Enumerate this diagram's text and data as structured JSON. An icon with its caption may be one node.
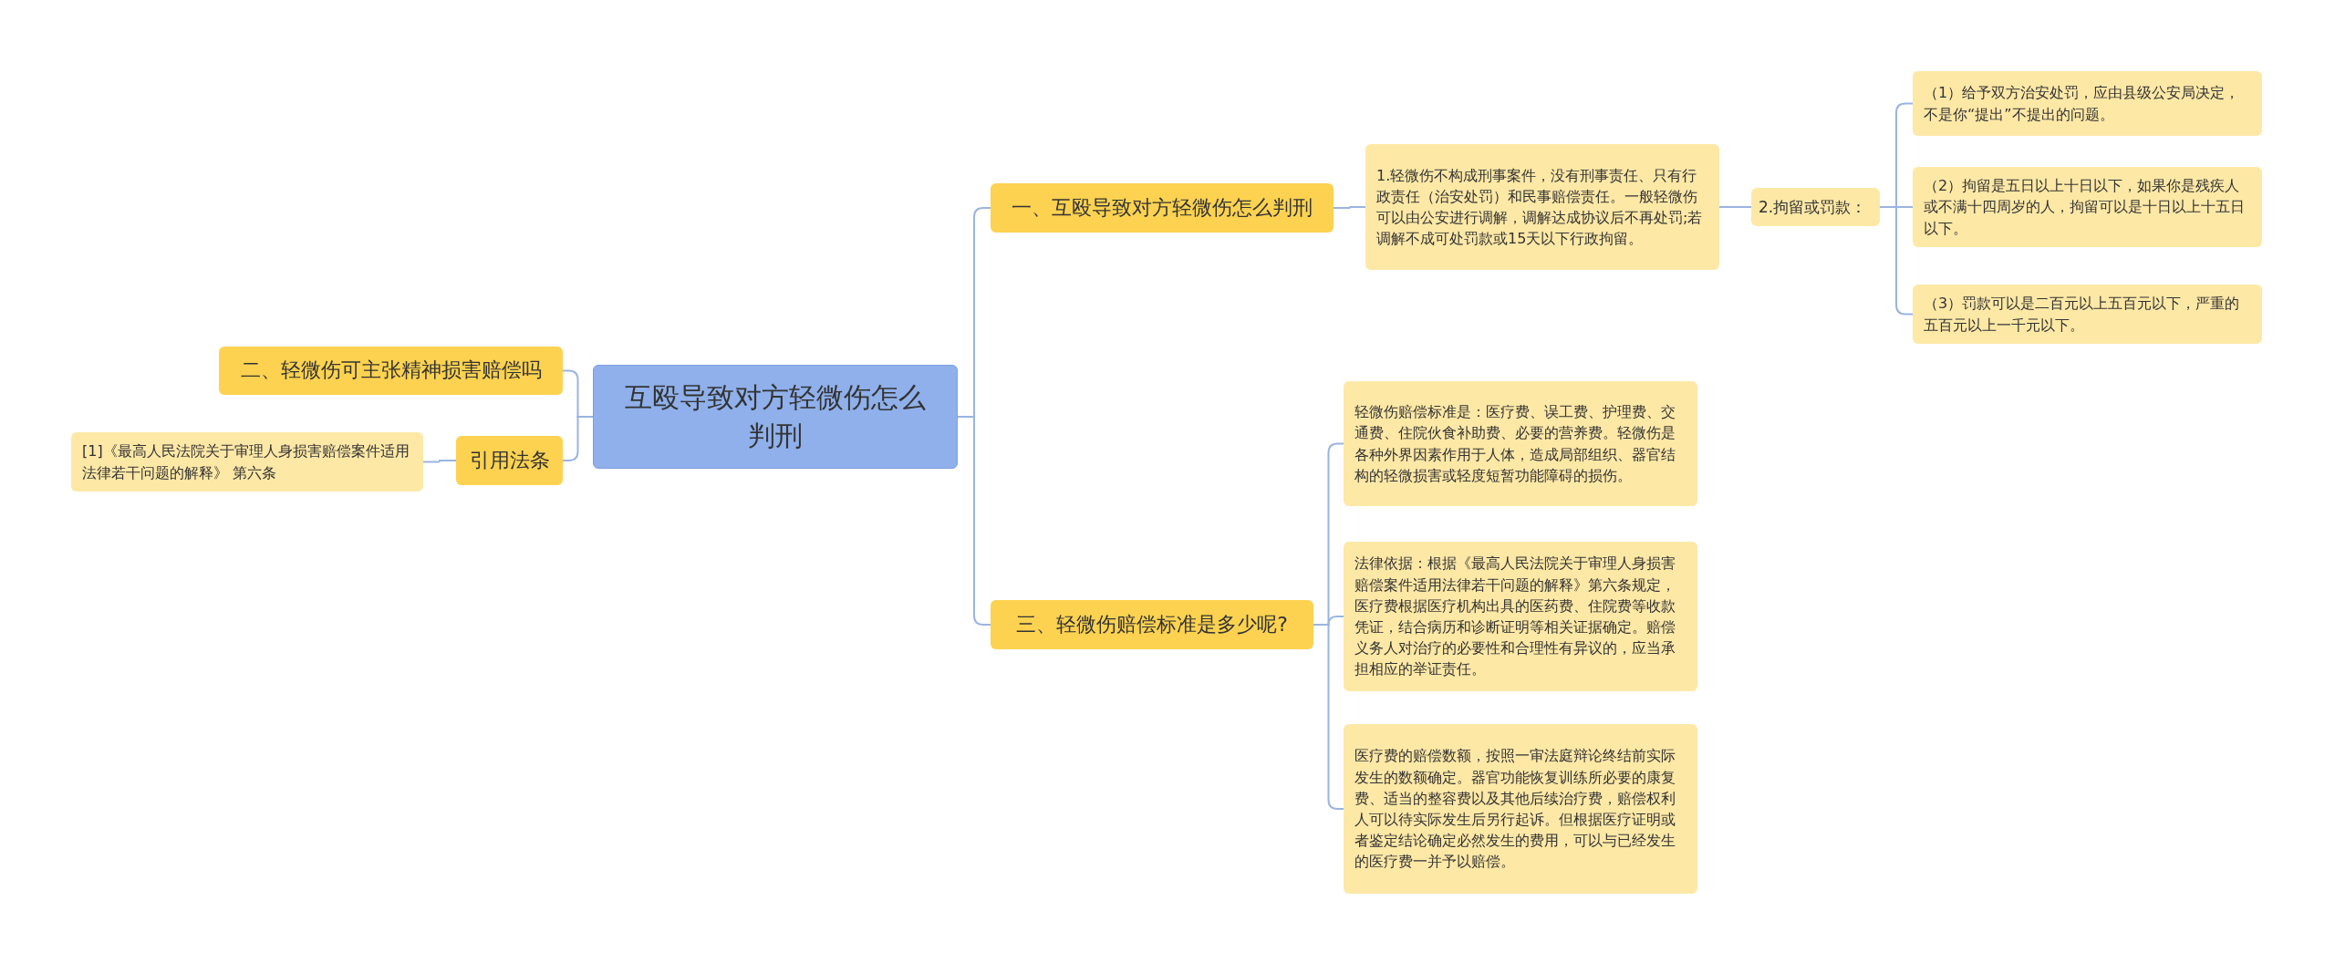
{
  "diagram": {
    "nodes": [
      {
        "text": [
          "互殴导致对方轻微伤怎么判刑"
        ]
      },
      {
        "text": [
          "一、互殴导致对方轻微伤怎么判刑"
        ]
      },
      {
        "text": [
          "1.轻微伤不构成刑事案件，没有刑事责任、只有行政责任（治安处罚）和民事赔偿责任。一般轻微伤可以由公安进行调解，调解达成协议后不再处罚;若调解不成可处罚款或15天以下行政拘留。"
        ]
      },
      {
        "text": [
          "2.拘留或罚款："
        ]
      },
      {
        "text": [
          "（1）给予双方治安处罚，应由县级公安局决定，不是你“提出”不提出的问题。"
        ]
      },
      {
        "text": [
          "（2）拘留是五日以上十日以下，如果你是残疾人或不满十四周岁的人，拘留可以是十日以上十五日以下。"
        ]
      },
      {
        "text": [
          "（3）罚款可以是二百元以上五百元以下，严重的五百元以上一千元以下。"
        ]
      },
      {
        "text": [
          "三、轻微伤赔偿标准是多少呢?"
        ]
      },
      {
        "text": [
          "轻微伤赔偿标准是：医疗费、误工费、护理费、交通费、住院伙食补助费、必要的营养费。轻微伤是各种外界因素作用于人体，造成局部组织、器官结构的轻微损害或轻度短暂功能障碍的损伤。"
        ]
      },
      {
        "text": [
          "法律依据：根据《最高人民法院关于审理人身损害赔偿案件适用法律若干问题的解释》第六条规定，医疗费根据医疗机构出具的医药费、住院费等收款凭证，结合病历和诊断证明等相关证据确定。赔偿义务人对治疗的必要性和合理性有异议的，应当承担相应的举证责任。"
        ]
      },
      {
        "text": [
          "医疗费的赔偿数额，按照一审法庭辩论终结前实际发生的数额确定。器官功能恢复训练所必要的康复费、适当的整容费以及其他后续治疗费，赔偿权利人可以待实际发生后另行起诉。但根据医疗证明或者鉴定结论确定必然发生的费用，可以与已经发生的医疗费一并予以赔偿。"
        ]
      },
      {
        "text": [
          "二、轻微伤可主张精神损害赔偿吗"
        ]
      },
      {
        "text": [
          "引用法条"
        ]
      },
      {
        "text": [
          "[1]《最高人民法院关于审理人身损害赔偿案件适用法律若干问题的解释》 第六条"
        ]
      }
    ],
    "edges": [
      {
        "from": 0,
        "to": 1,
        "arrow": "none"
      },
      {
        "from": 1,
        "to": 2,
        "arrow": "none"
      },
      {
        "from": 2,
        "to": 3,
        "arrow": "none"
      },
      {
        "from": 3,
        "to": 4,
        "arrow": "none"
      },
      {
        "from": 3,
        "to": 5,
        "arrow": "none"
      },
      {
        "from": 3,
        "to": 6,
        "arrow": "none"
      },
      {
        "from": 0,
        "to": 7,
        "arrow": "none"
      },
      {
        "from": 7,
        "to": 8,
        "arrow": "none"
      },
      {
        "from": 7,
        "to": 9,
        "arrow": "none"
      },
      {
        "from": 7,
        "to": 10,
        "arrow": "none"
      },
      {
        "from": 0,
        "to": 11,
        "arrow": "none"
      },
      {
        "from": 0,
        "to": 12,
        "arrow": "none"
      },
      {
        "from": 12,
        "to": 13,
        "arrow": "none"
      }
    ]
  }
}
